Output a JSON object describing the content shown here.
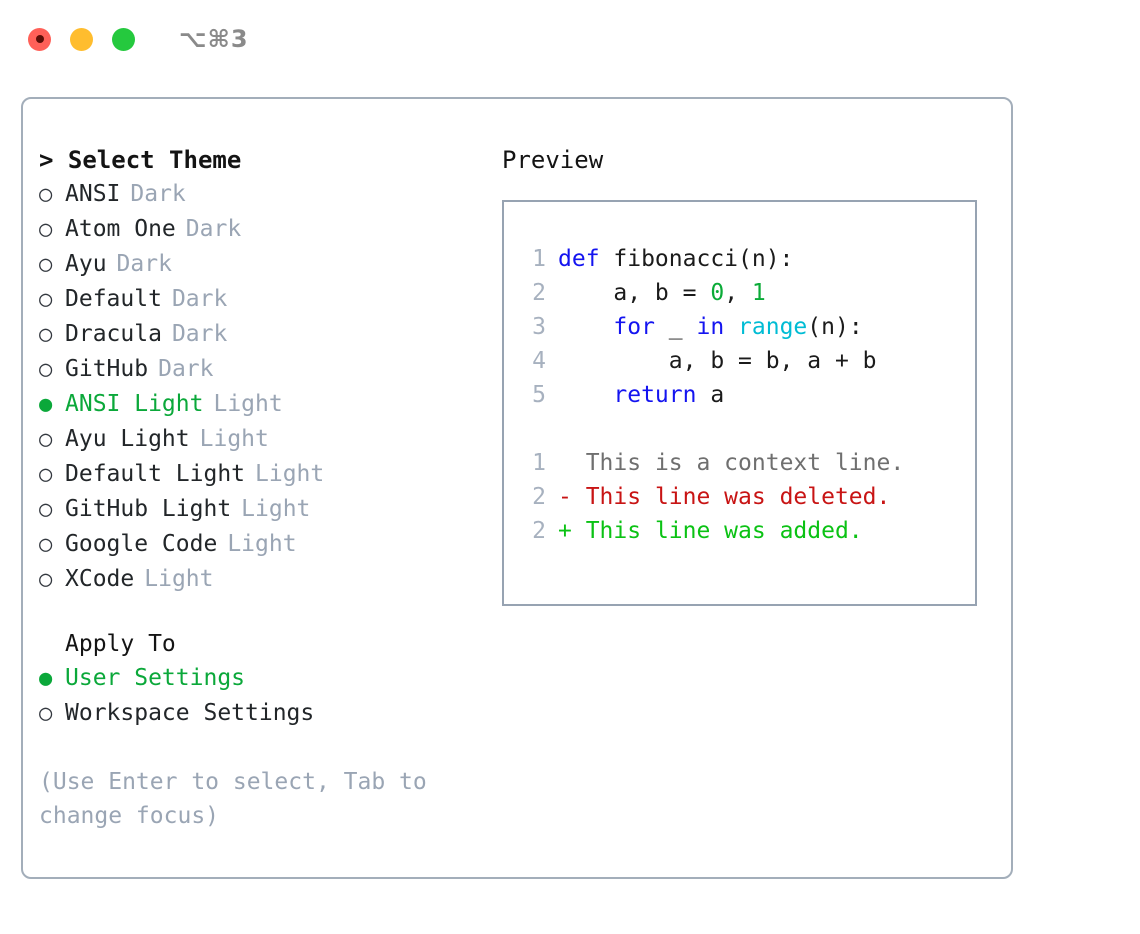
{
  "titlebar": {
    "lights": [
      "red",
      "yellow",
      "green"
    ],
    "shortcut": "⌥⌘3"
  },
  "theme_panel": {
    "header": "> Select Theme",
    "themes": [
      {
        "bullet": "○",
        "name": "ANSI",
        "tag": "Dark",
        "selected": false
      },
      {
        "bullet": "○",
        "name": "Atom One",
        "tag": "Dark",
        "selected": false
      },
      {
        "bullet": "○",
        "name": "Ayu",
        "tag": "Dark",
        "selected": false
      },
      {
        "bullet": "○",
        "name": "Default",
        "tag": "Dark",
        "selected": false
      },
      {
        "bullet": "○",
        "name": "Dracula",
        "tag": "Dark",
        "selected": false
      },
      {
        "bullet": "○",
        "name": "GitHub",
        "tag": "Dark",
        "selected": false
      },
      {
        "bullet": "●",
        "name": "ANSI Light",
        "tag": "Light",
        "selected": true
      },
      {
        "bullet": "○",
        "name": "Ayu Light",
        "tag": "Light",
        "selected": false
      },
      {
        "bullet": "○",
        "name": "Default Light",
        "tag": "Light",
        "selected": false
      },
      {
        "bullet": "○",
        "name": "GitHub Light",
        "tag": "Light",
        "selected": false
      },
      {
        "bullet": "○",
        "name": "Google Code",
        "tag": "Light",
        "selected": false
      },
      {
        "bullet": "○",
        "name": "XCode",
        "tag": "Light",
        "selected": false
      }
    ],
    "apply_to": {
      "header": "Apply To",
      "options": [
        {
          "bullet": "●",
          "name": "User Settings",
          "selected": true
        },
        {
          "bullet": "○",
          "name": "Workspace Settings",
          "selected": false
        }
      ]
    },
    "hint": "(Use Enter to select, Tab to change focus)"
  },
  "preview": {
    "header": "Preview",
    "code_lines": [
      {
        "no": "1",
        "tokens": [
          {
            "t": "def",
            "c": "kw"
          },
          {
            "t": " fibonacci(n):",
            "c": "plain"
          }
        ]
      },
      {
        "no": "2",
        "tokens": [
          {
            "t": "    a, b = ",
            "c": "plain"
          },
          {
            "t": "0",
            "c": "num"
          },
          {
            "t": ", ",
            "c": "plain"
          },
          {
            "t": "1",
            "c": "num"
          }
        ]
      },
      {
        "no": "3",
        "tokens": [
          {
            "t": "    ",
            "c": "plain"
          },
          {
            "t": "for",
            "c": "kw"
          },
          {
            "t": " _ ",
            "c": "plain"
          },
          {
            "t": "in",
            "c": "kw"
          },
          {
            "t": " ",
            "c": "plain"
          },
          {
            "t": "range",
            "c": "builtin"
          },
          {
            "t": "(n):",
            "c": "plain"
          }
        ]
      },
      {
        "no": "4",
        "tokens": [
          {
            "t": "        a, b = b, a + b",
            "c": "plain"
          }
        ]
      },
      {
        "no": "5",
        "tokens": [
          {
            "t": "    ",
            "c": "plain"
          },
          {
            "t": "return",
            "c": "kw"
          },
          {
            "t": " a",
            "c": "plain"
          }
        ]
      }
    ],
    "diff_lines": [
      {
        "no": "1",
        "marker": " ",
        "text": "This is a context line.",
        "kind": "ctx"
      },
      {
        "no": "2",
        "marker": "-",
        "text": "This line was deleted.",
        "kind": "del"
      },
      {
        "no": "2",
        "marker": "+",
        "text": "This line was added.",
        "kind": "add"
      }
    ]
  },
  "colors": {
    "accent_green": "#0ba83a",
    "muted": "#9aa5b4",
    "keyword_blue": "#1414f0",
    "builtin_cyan": "#00bcd4",
    "number_green": "#0bab38",
    "diff_delete_red": "#c81414",
    "diff_add_green": "#0bc214",
    "border": "#a3aeba"
  }
}
